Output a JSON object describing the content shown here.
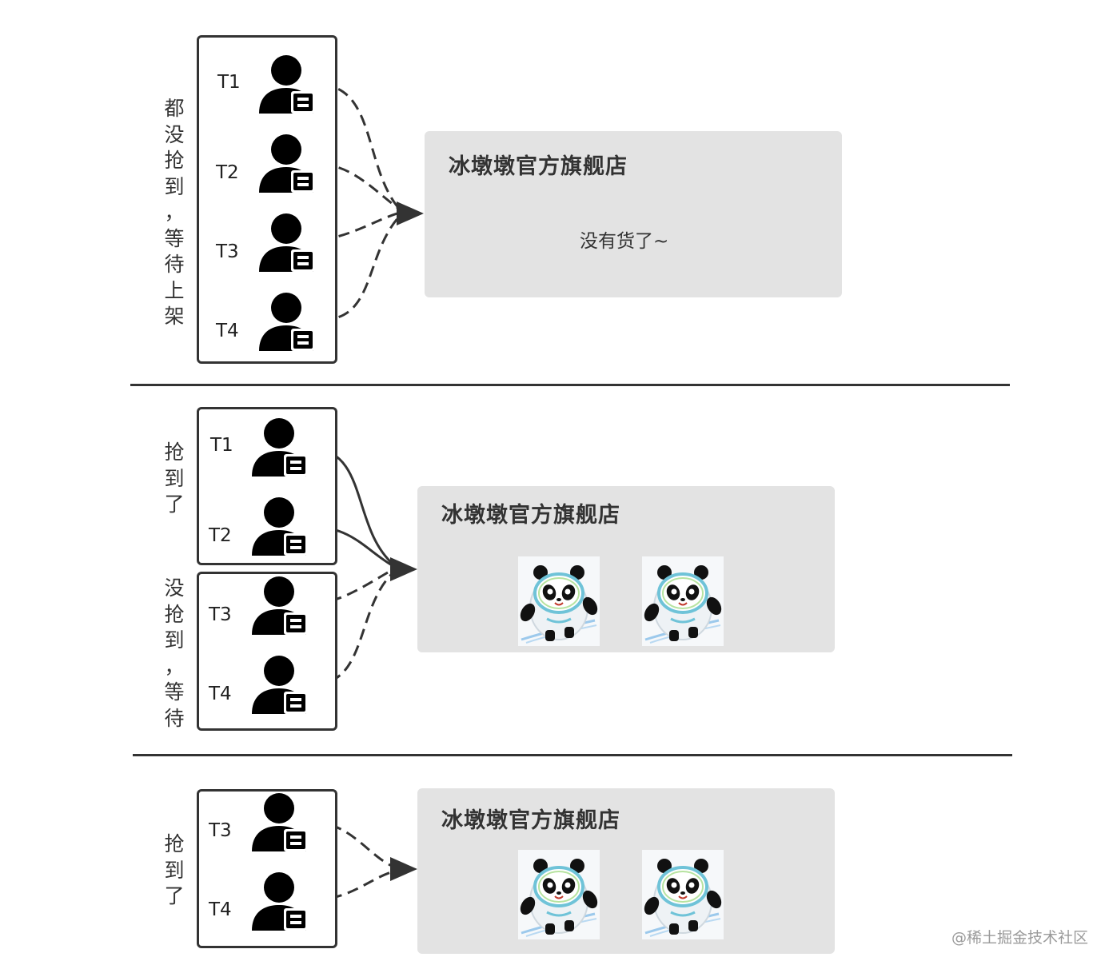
{
  "panels": [
    {
      "side_label": "都没抢到，等待上架",
      "store_title": "冰墩墩官方旗舰店",
      "store_message": "没有货了~",
      "users": [
        "T1",
        "T2",
        "T3",
        "T4"
      ]
    },
    {
      "side_label_top": "抢到了",
      "side_label_bottom": "没抢到，等待",
      "store_title": "冰墩墩官方旗舰店",
      "users": [
        "T1",
        "T2",
        "T3",
        "T4"
      ]
    },
    {
      "side_label": "抢到了",
      "store_title": "冰墩墩官方旗舰店",
      "users": [
        "T3",
        "T4"
      ]
    }
  ],
  "icons": {
    "user": "user-with-card-icon",
    "mascot": "bing-dwen-dwen-mascot-image"
  },
  "watermark": "@稀土掘金技术社区",
  "colors": {
    "stroke": "#333333",
    "store_bg": "#e3e3e3"
  }
}
